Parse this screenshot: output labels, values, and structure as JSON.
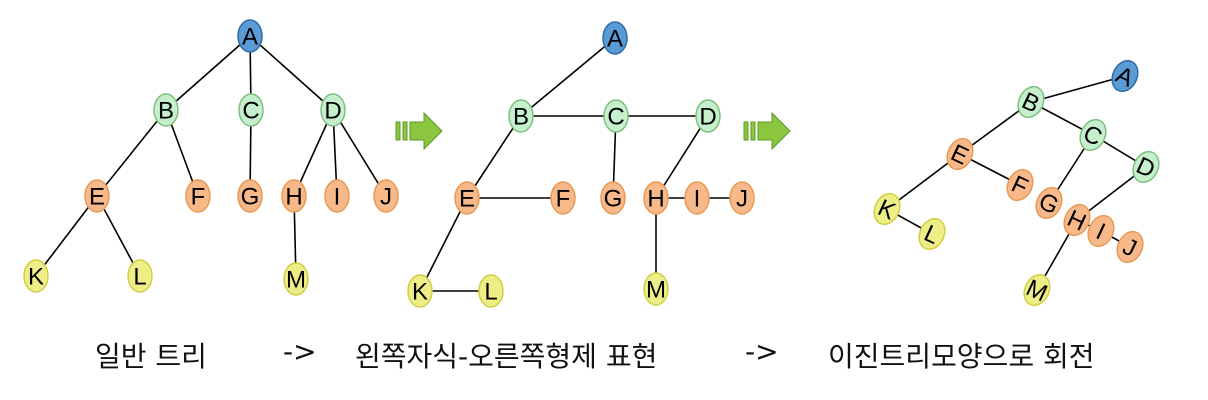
{
  "diagrams": [
    {
      "id": "general-tree",
      "nodes": [
        {
          "label": "A",
          "kind": "root"
        },
        {
          "label": "B",
          "kind": "level1"
        },
        {
          "label": "C",
          "kind": "level1"
        },
        {
          "label": "D",
          "kind": "level1"
        },
        {
          "label": "E",
          "kind": "level2"
        },
        {
          "label": "F",
          "kind": "level2"
        },
        {
          "label": "G",
          "kind": "level2"
        },
        {
          "label": "H",
          "kind": "level2"
        },
        {
          "label": "I",
          "kind": "level2"
        },
        {
          "label": "J",
          "kind": "level2"
        },
        {
          "label": "K",
          "kind": "level3"
        },
        {
          "label": "L",
          "kind": "level3"
        },
        {
          "label": "M",
          "kind": "level3"
        }
      ],
      "edges": [
        [
          "A",
          "B"
        ],
        [
          "A",
          "C"
        ],
        [
          "A",
          "D"
        ],
        [
          "B",
          "E"
        ],
        [
          "B",
          "F"
        ],
        [
          "C",
          "G"
        ],
        [
          "D",
          "H"
        ],
        [
          "D",
          "I"
        ],
        [
          "D",
          "J"
        ],
        [
          "E",
          "K"
        ],
        [
          "E",
          "L"
        ],
        [
          "H",
          "M"
        ]
      ]
    },
    {
      "id": "left-child-right-sibling",
      "nodes": [
        {
          "label": "A",
          "kind": "root"
        },
        {
          "label": "B",
          "kind": "level1"
        },
        {
          "label": "C",
          "kind": "level1"
        },
        {
          "label": "D",
          "kind": "level1"
        },
        {
          "label": "E",
          "kind": "level2"
        },
        {
          "label": "F",
          "kind": "level2"
        },
        {
          "label": "G",
          "kind": "level2"
        },
        {
          "label": "H",
          "kind": "level2"
        },
        {
          "label": "I",
          "kind": "level2"
        },
        {
          "label": "J",
          "kind": "level2"
        },
        {
          "label": "K",
          "kind": "level3"
        },
        {
          "label": "L",
          "kind": "level3"
        },
        {
          "label": "M",
          "kind": "level3"
        }
      ],
      "edges": [
        [
          "A",
          "B"
        ],
        [
          "B",
          "C"
        ],
        [
          "C",
          "D"
        ],
        [
          "B",
          "E"
        ],
        [
          "E",
          "F"
        ],
        [
          "C",
          "G"
        ],
        [
          "D",
          "H"
        ],
        [
          "H",
          "I"
        ],
        [
          "I",
          "J"
        ],
        [
          "E",
          "K"
        ],
        [
          "K",
          "L"
        ],
        [
          "H",
          "M"
        ]
      ]
    },
    {
      "id": "rotated-binary-tree",
      "nodes": [
        {
          "label": "A",
          "kind": "root"
        },
        {
          "label": "B",
          "kind": "level1"
        },
        {
          "label": "C",
          "kind": "level1"
        },
        {
          "label": "D",
          "kind": "level1"
        },
        {
          "label": "E",
          "kind": "level2"
        },
        {
          "label": "F",
          "kind": "level2"
        },
        {
          "label": "G",
          "kind": "level2"
        },
        {
          "label": "H",
          "kind": "level2"
        },
        {
          "label": "I",
          "kind": "level2"
        },
        {
          "label": "J",
          "kind": "level2"
        },
        {
          "label": "K",
          "kind": "level3"
        },
        {
          "label": "L",
          "kind": "level3"
        },
        {
          "label": "M",
          "kind": "level3"
        }
      ],
      "edges": [
        [
          "A",
          "B"
        ],
        [
          "B",
          "C"
        ],
        [
          "C",
          "D"
        ],
        [
          "B",
          "E"
        ],
        [
          "E",
          "F"
        ],
        [
          "C",
          "G"
        ],
        [
          "D",
          "H"
        ],
        [
          "H",
          "I"
        ],
        [
          "I",
          "J"
        ],
        [
          "E",
          "K"
        ],
        [
          "K",
          "L"
        ],
        [
          "H",
          "M"
        ]
      ]
    }
  ],
  "node_styles": {
    "root": {
      "fill": "#5b9bd5",
      "stroke": "#2e6da4"
    },
    "level1": {
      "fill": "#c6efce",
      "stroke": "#7fbf7f"
    },
    "level2": {
      "fill": "#f8b98a",
      "stroke": "#e89a55"
    },
    "level3": {
      "fill": "#eeee88",
      "stroke": "#d4cc44"
    }
  },
  "arrow_colors": {
    "fill": "#8cc63f",
    "stroke": "#5a9a2a"
  },
  "caption": {
    "left": "일반 트리",
    "arrow1": "->",
    "middle": "왼쪽자식-오른쪽형제 표현",
    "arrow2": "->",
    "right": "이진트리모양으로 회전"
  }
}
